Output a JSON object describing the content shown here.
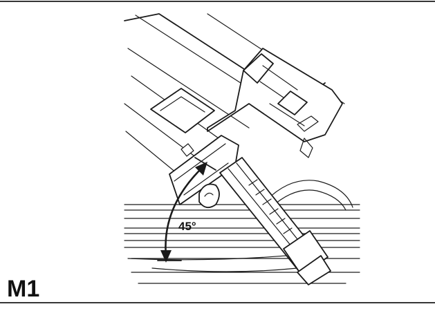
{
  "figure": {
    "label": "M1",
    "angle_label": "45°"
  },
  "colors": {
    "ink": "#1a1a1a",
    "background": "#ffffff"
  },
  "icons": {
    "angle_arrow": "double-headed-arc-arrow"
  }
}
